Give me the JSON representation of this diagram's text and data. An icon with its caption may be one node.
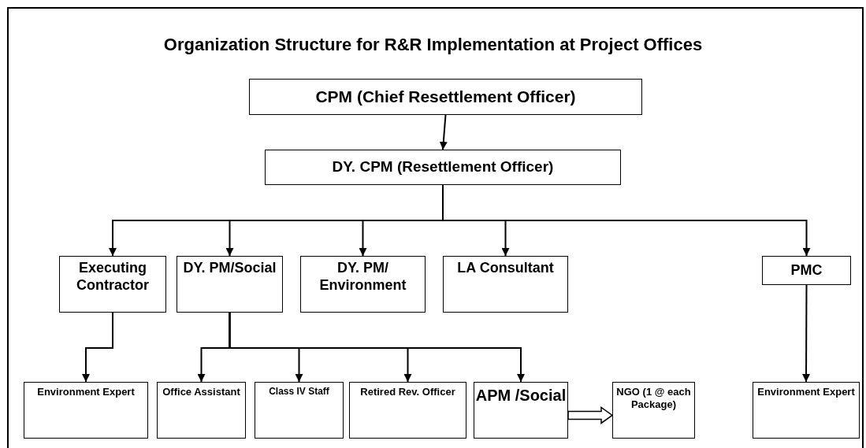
{
  "diagram": {
    "title": "Organization Structure for R&R Implementation at Project Offices",
    "nodes": [
      {
        "text": [
          "CPM (Chief Resettlement Officer)"
        ]
      },
      {
        "text": [
          "DY. CPM (Resettlement Officer)"
        ]
      },
      {
        "text": [
          "Executing Contractor"
        ]
      },
      {
        "text": [
          "DY. PM/Social"
        ]
      },
      {
        "text": [
          "DY. PM/ Environment"
        ]
      },
      {
        "text": [
          "LA Consultant"
        ]
      },
      {
        "text": [
          "PMC"
        ]
      },
      {
        "text": [
          "Environment Expert"
        ]
      },
      {
        "text": [
          "Office Assistant"
        ]
      },
      {
        "text": [
          "Class IV Staff"
        ]
      },
      {
        "text": [
          "Retired Rev. Officer"
        ]
      },
      {
        "text": [
          "APM /Social"
        ]
      },
      {
        "text": [
          "NGO (1 @ each Package)"
        ]
      },
      {
        "text": [
          "Environment Expert"
        ]
      }
    ],
    "edges": [
      {
        "from": 0,
        "to": 1,
        "arrow": "to"
      },
      {
        "from": 1,
        "to": 2,
        "arrow": "to"
      },
      {
        "from": 1,
        "to": 3,
        "arrow": "to"
      },
      {
        "from": 1,
        "to": 4,
        "arrow": "to"
      },
      {
        "from": 1,
        "to": 5,
        "arrow": "to"
      },
      {
        "from": 1,
        "to": 6,
        "arrow": "to"
      },
      {
        "from": 2,
        "to": 7,
        "arrow": "to"
      },
      {
        "from": 3,
        "to": 8,
        "arrow": "to"
      },
      {
        "from": 3,
        "to": 9,
        "arrow": "to"
      },
      {
        "from": 3,
        "to": 10,
        "arrow": "to"
      },
      {
        "from": 3,
        "to": 11,
        "arrow": "to"
      },
      {
        "from": 6,
        "to": 13,
        "arrow": "to"
      },
      {
        "from": 11,
        "to": 12,
        "arrow": "to",
        "style": "thick"
      }
    ]
  }
}
